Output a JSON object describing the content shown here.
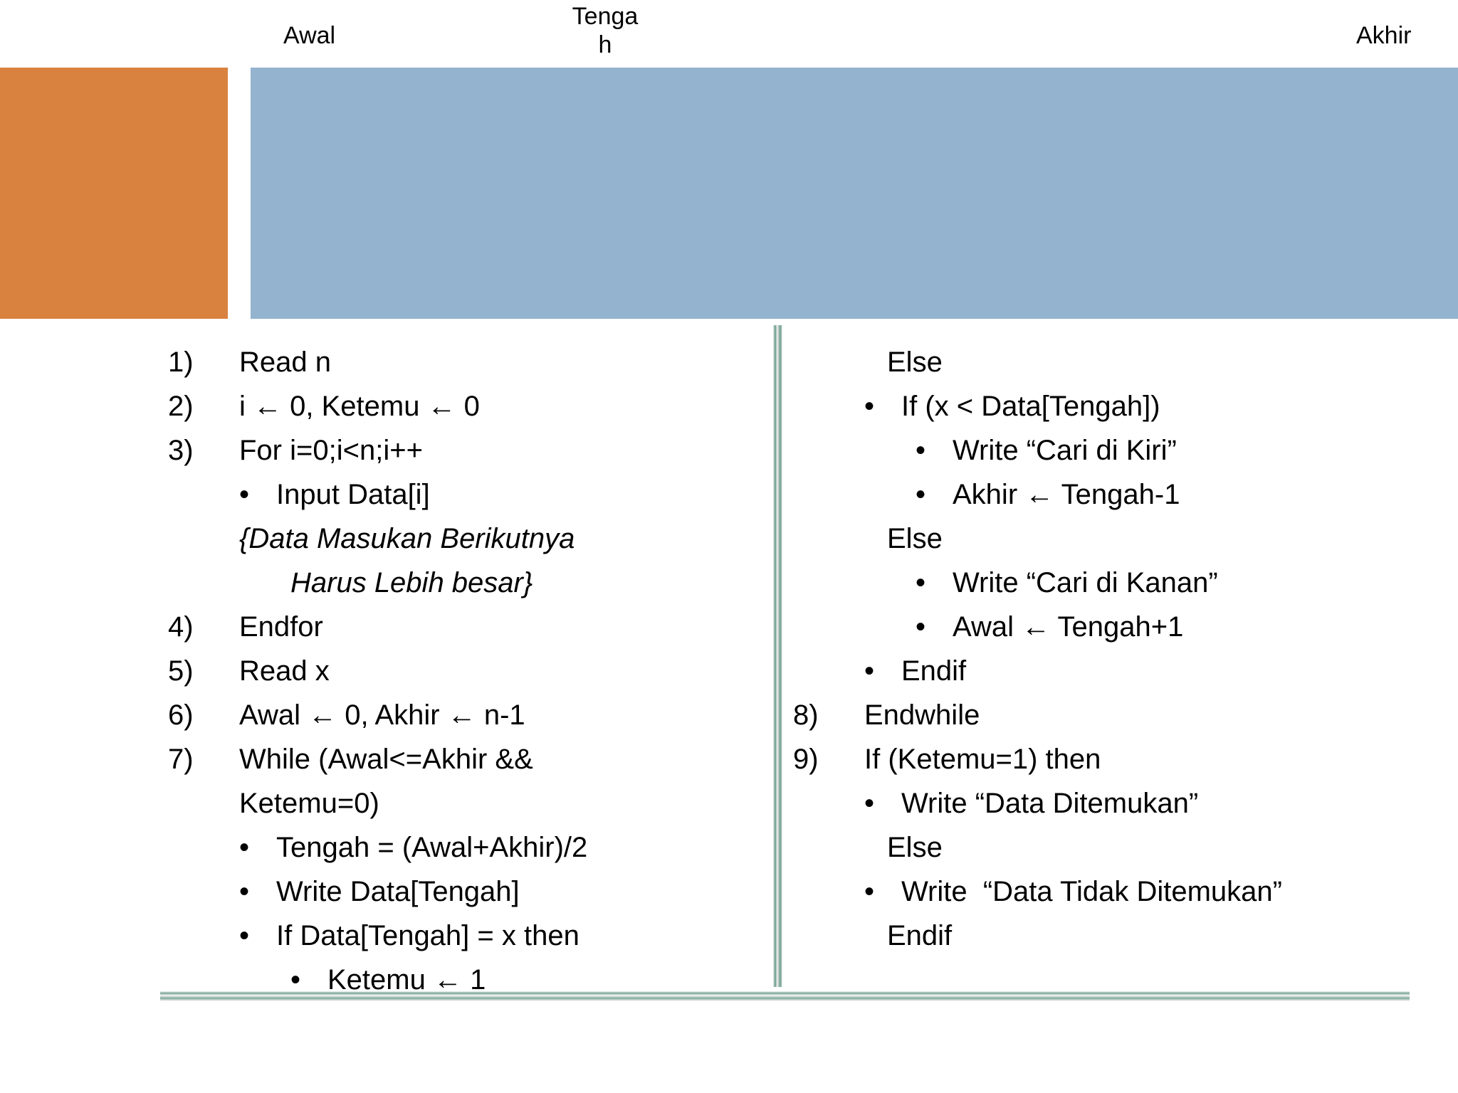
{
  "slide": {
    "title_labels": {
      "awal": "Awal",
      "tengah": "Tenga\nh",
      "akhir": "Akhir"
    },
    "colors": {
      "awal_block": "#d9813f",
      "range_block": "#93b3ce",
      "divider": "#7fa89c",
      "text": "#000000",
      "background": "#ffffff"
    }
  },
  "pseudocode": {
    "left_column": [
      {
        "marker": "1)",
        "text": "Read n"
      },
      {
        "marker": "2)",
        "text": "i ← 0, Ketemu ← 0"
      },
      {
        "marker": "3)",
        "text": "For i=0;i<n;i++"
      },
      {
        "marker": "•",
        "text": "Input Data[i]",
        "level": 1
      },
      {
        "marker": "",
        "text": "{Data Masukan Berikutnya",
        "italic": true
      },
      {
        "marker": "",
        "text": "Harus Lebih besar}",
        "italic": true,
        "level": 1
      },
      {
        "marker": "4)",
        "text": "Endfor"
      },
      {
        "marker": "5)",
        "text": "Read x"
      },
      {
        "marker": "6)",
        "text": "Awal ← 0, Akhir ← n-1"
      },
      {
        "marker": "7)",
        "text": "While (Awal<=Akhir &&"
      },
      {
        "marker": "",
        "text": "Ketemu=0)"
      },
      {
        "marker": "•",
        "text": "Tengah = (Awal+Akhir)/2",
        "level": 1
      },
      {
        "marker": "•",
        "text": "Write Data[Tengah]",
        "level": 1
      },
      {
        "marker": "•",
        "text": "If Data[Tengah] = x then",
        "level": 1
      },
      {
        "marker": "•",
        "text": "Ketemu ← 1",
        "level": 2
      }
    ],
    "right_column": [
      {
        "marker": "",
        "text": "Else"
      },
      {
        "marker": "•",
        "text": "If (x < Data[Tengah])",
        "level": 1
      },
      {
        "marker": "•",
        "text": "Write “Cari di Kiri”",
        "level": 2
      },
      {
        "marker": "•",
        "text": "Akhir ← Tengah-1",
        "level": 2
      },
      {
        "marker": "",
        "text": "Else"
      },
      {
        "marker": "•",
        "text": "Write “Cari di Kanan”",
        "level": 2
      },
      {
        "marker": "•",
        "text": "Awal ← Tengah+1",
        "level": 2
      },
      {
        "marker": "•",
        "text": "Endif",
        "level": 1
      },
      {
        "marker": "8)",
        "text": "Endwhile"
      },
      {
        "marker": "9)",
        "text": "If (Ketemu=1) then"
      },
      {
        "marker": "•",
        "text": "Write “Data Ditemukan”",
        "level": 1
      },
      {
        "marker": "",
        "text": "Else"
      },
      {
        "marker": "•",
        "text": "Write  “Data Tidak Ditemukan”",
        "level": 1
      },
      {
        "marker": "",
        "text": "Endif"
      }
    ]
  }
}
